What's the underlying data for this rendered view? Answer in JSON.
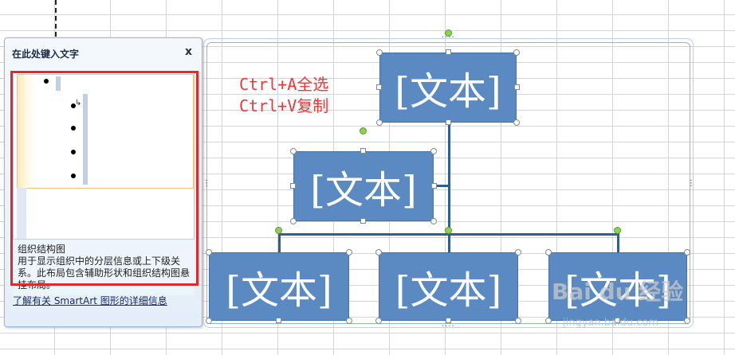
{
  "text_pane": {
    "title": "在此处键入文字",
    "close_label": "x",
    "desc_title": "组织结构图",
    "desc_body": "用于显示组织中的分层信息或上下级关系。此布局包含辅助形状和组织结构图悬挂布局。",
    "learn_more": "了解有关 SmartArt 图形的详细信息"
  },
  "annotation": {
    "line1": "Ctrl+A全选",
    "line2": "Ctrl+V复制"
  },
  "smartart": {
    "nodes": [
      {
        "id": "top",
        "label": "[文本]"
      },
      {
        "id": "assistant",
        "label": "[文本]"
      },
      {
        "id": "child1",
        "label": "[文本]"
      },
      {
        "id": "child2",
        "label": "[文本]"
      },
      {
        "id": "child3",
        "label": "[文本]"
      }
    ]
  },
  "watermark": {
    "brand": "Bai du 经验",
    "url": "jingyan.baidu.com"
  },
  "colors": {
    "node_fill": "#5b8ac2",
    "annotation": "#e83a3a",
    "highlight_frame": "#e0282d"
  }
}
